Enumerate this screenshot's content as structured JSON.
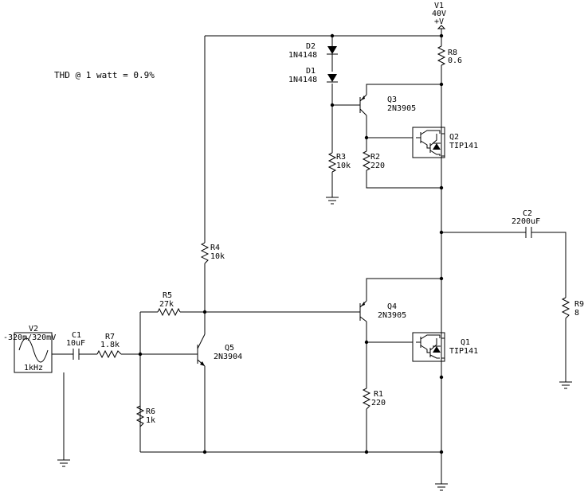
{
  "annotation": "THD @ 1 watt = 0.9%",
  "components": {
    "v1": {
      "ref": "V1",
      "value": "40V",
      "pin": "+V"
    },
    "r8": {
      "ref": "R8",
      "value": "0.6"
    },
    "d2": {
      "ref": "D2",
      "value": "1N4148"
    },
    "d1": {
      "ref": "D1",
      "value": "1N4148"
    },
    "q3": {
      "ref": "Q3",
      "value": "2N3905"
    },
    "q2": {
      "ref": "Q2",
      "value": "TIP141"
    },
    "r3": {
      "ref": "R3",
      "value": "10k"
    },
    "r2": {
      "ref": "R2",
      "value": "220"
    },
    "c2": {
      "ref": "C2",
      "value": "2200uF"
    },
    "r9": {
      "ref": "R9",
      "value": "8"
    },
    "r4": {
      "ref": "R4",
      "value": "10k"
    },
    "r5": {
      "ref": "R5",
      "value": "27k"
    },
    "q4": {
      "ref": "Q4",
      "value": "2N3905"
    },
    "v2": {
      "ref": "V2",
      "value": "-320m/320mV",
      "freq": "1kHz"
    },
    "c1": {
      "ref": "C1",
      "value": "10uF"
    },
    "r7": {
      "ref": "R7",
      "value": "1.8k"
    },
    "q5": {
      "ref": "Q5",
      "value": "2N3904"
    },
    "q1": {
      "ref": "Q1",
      "value": "TIP141"
    },
    "r6": {
      "ref": "R6",
      "value": "1k"
    },
    "r1": {
      "ref": "R1",
      "value": "220"
    }
  }
}
